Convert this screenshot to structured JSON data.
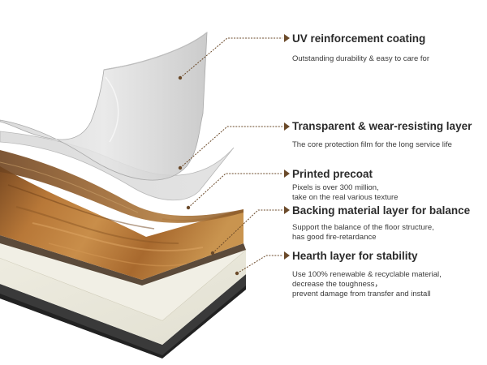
{
  "layers": [
    {
      "title": "UV reinforcement coating",
      "lines": [
        "Outstanding durability & easy to care for"
      ]
    },
    {
      "title": "Transparent & wear-resisting layer",
      "lines": [
        "The core protection film for the long service life"
      ]
    },
    {
      "title": "Printed precoat",
      "lines": [
        "Pixels is over 300 million,",
        "take on the real various texture"
      ]
    },
    {
      "title": "Backing material layer for balance",
      "lines": [
        "Support the balance of the floor structure,",
        "has good fire-retardance"
      ]
    },
    {
      "title": "Hearth layer for stability",
      "lines": [
        "Use 100% renewable & recyclable material,",
        "decrease the toughness，",
        "prevent damage from transfer and install"
      ]
    }
  ],
  "colors": {
    "leader_line": "#6b4a2a",
    "bullet": "#6b4a2a",
    "title_text": "#2b2b2b",
    "desc_text": "#3a3a3a"
  }
}
